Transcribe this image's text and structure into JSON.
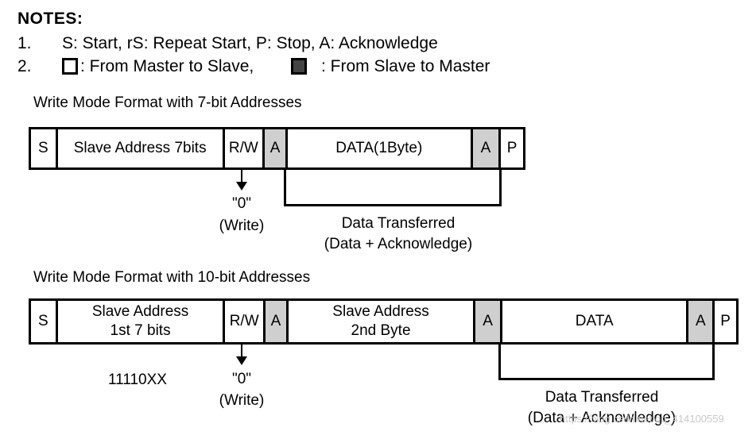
{
  "notes": {
    "title": "NOTES:",
    "items": [
      {
        "num": "1.",
        "text": "S: Start, rS: Repeat Start, P: Stop, A: Acknowledge"
      },
      {
        "num": "2.",
        "master_text": ": From Master to Slave,",
        "slave_text": ": From Slave to Master"
      }
    ]
  },
  "diagram7": {
    "heading": "Write Mode Format with 7-bit Addresses",
    "cells": [
      "S",
      "Slave Address 7bits",
      "R/W",
      "A",
      "DATA(1Byte)",
      "A",
      "P"
    ],
    "rw_value": "\"0\"",
    "rw_meaning": "(Write)",
    "bracket_line1": "Data Transferred",
    "bracket_line2": "(Data + Acknowledge)"
  },
  "diagram10": {
    "heading": "Write Mode Format with 10-bit Addresses",
    "cells": [
      {
        "line1": "S"
      },
      {
        "line1": "Slave Address",
        "line2": "1st 7 bits"
      },
      {
        "line1": "R/W"
      },
      {
        "line1": "A"
      },
      {
        "line1": "Slave Address",
        "line2": "2nd Byte"
      },
      {
        "line1": "A"
      },
      {
        "line1": "DATA"
      },
      {
        "line1": "A"
      },
      {
        "line1": "P"
      }
    ],
    "address_bits": "11110XX",
    "rw_value": "\"0\"",
    "rw_meaning": "(Write)",
    "bracket_line1": "Data Transferred",
    "bracket_line2": "(Data + Acknowledge)"
  },
  "watermark": "https://blog.csdn.net/qq_414100559",
  "colors": {
    "ack_fill": "#cfcfcf",
    "line": "#000000"
  }
}
